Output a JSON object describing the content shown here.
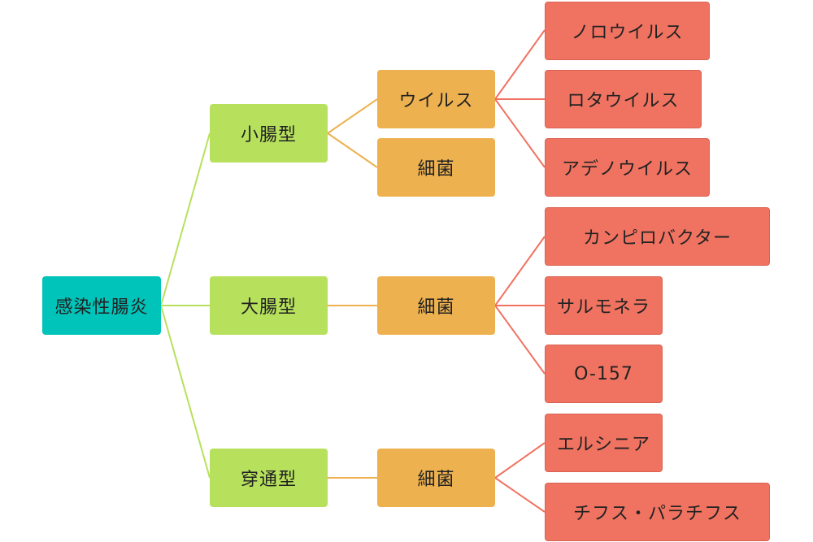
{
  "diagram": {
    "colors": {
      "root": "#00c3b9",
      "level1": "#b7e15c",
      "level2": "#eeb14f",
      "level3": "#f07361",
      "line_level1": "#b7e15c",
      "line_level2": "#eeb14f",
      "line_level3": "#f07361"
    },
    "root": {
      "label": "感染性腸炎"
    },
    "types": [
      {
        "label": "小腸型",
        "causes": [
          {
            "label": "ウイルス",
            "examples": [
              "ノロウイルス",
              "ロタウイルス",
              "アデノウイルス"
            ]
          },
          {
            "label": "細菌",
            "examples": []
          }
        ]
      },
      {
        "label": "大腸型",
        "causes": [
          {
            "label": "細菌",
            "examples": [
              "カンピロバクター",
              "サルモネラ",
              "O-157"
            ]
          }
        ]
      },
      {
        "label": "穿通型",
        "causes": [
          {
            "label": "細菌",
            "examples": [
              "エルシニア",
              "チフス・パラチフス"
            ]
          }
        ]
      }
    ]
  }
}
